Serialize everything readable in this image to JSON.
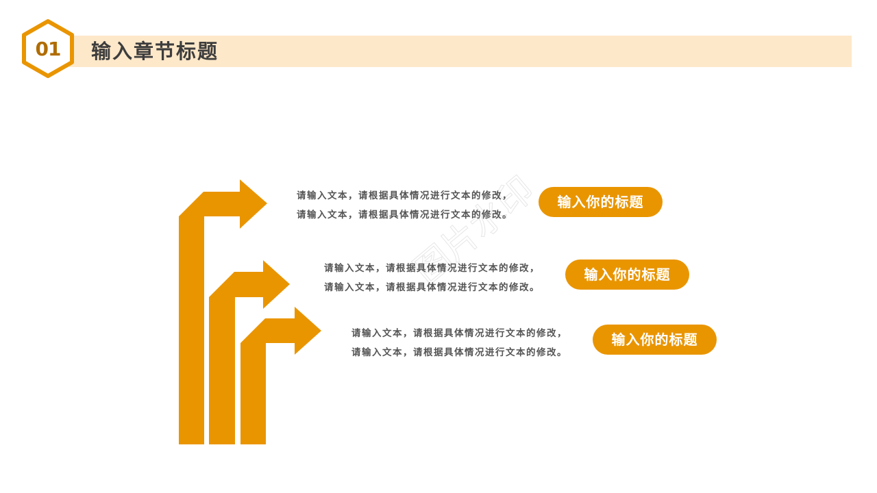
{
  "header": {
    "badge_number": "01",
    "section_title": "输入章节标题"
  },
  "colors": {
    "accent": "#e99500",
    "header_bar": "#fde8c9",
    "badge_number": "#b06c00",
    "title_text": "#3d3d3d",
    "body_text": "#555555"
  },
  "watermark": "图片水印",
  "items": [
    {
      "lines": [
        "请输入文本，请根据具体情况进行文本的修改，",
        "请输入文本，请根据具体情况进行文本的修改。"
      ],
      "title": "输入你的标题",
      "icon": "arrow-right-icon"
    },
    {
      "lines": [
        "请输入文本，请根据具体情况进行文本的修改，",
        "请输入文本，请根据具体情况进行文本的修改。"
      ],
      "title": "输入你的标题",
      "icon": "arrow-right-icon"
    },
    {
      "lines": [
        "请输入文本，请根据具体情况进行文本的修改，",
        "请输入文本，请根据具体情况进行文本的修改。"
      ],
      "title": "输入你的标题",
      "icon": "arrow-right-icon"
    }
  ]
}
